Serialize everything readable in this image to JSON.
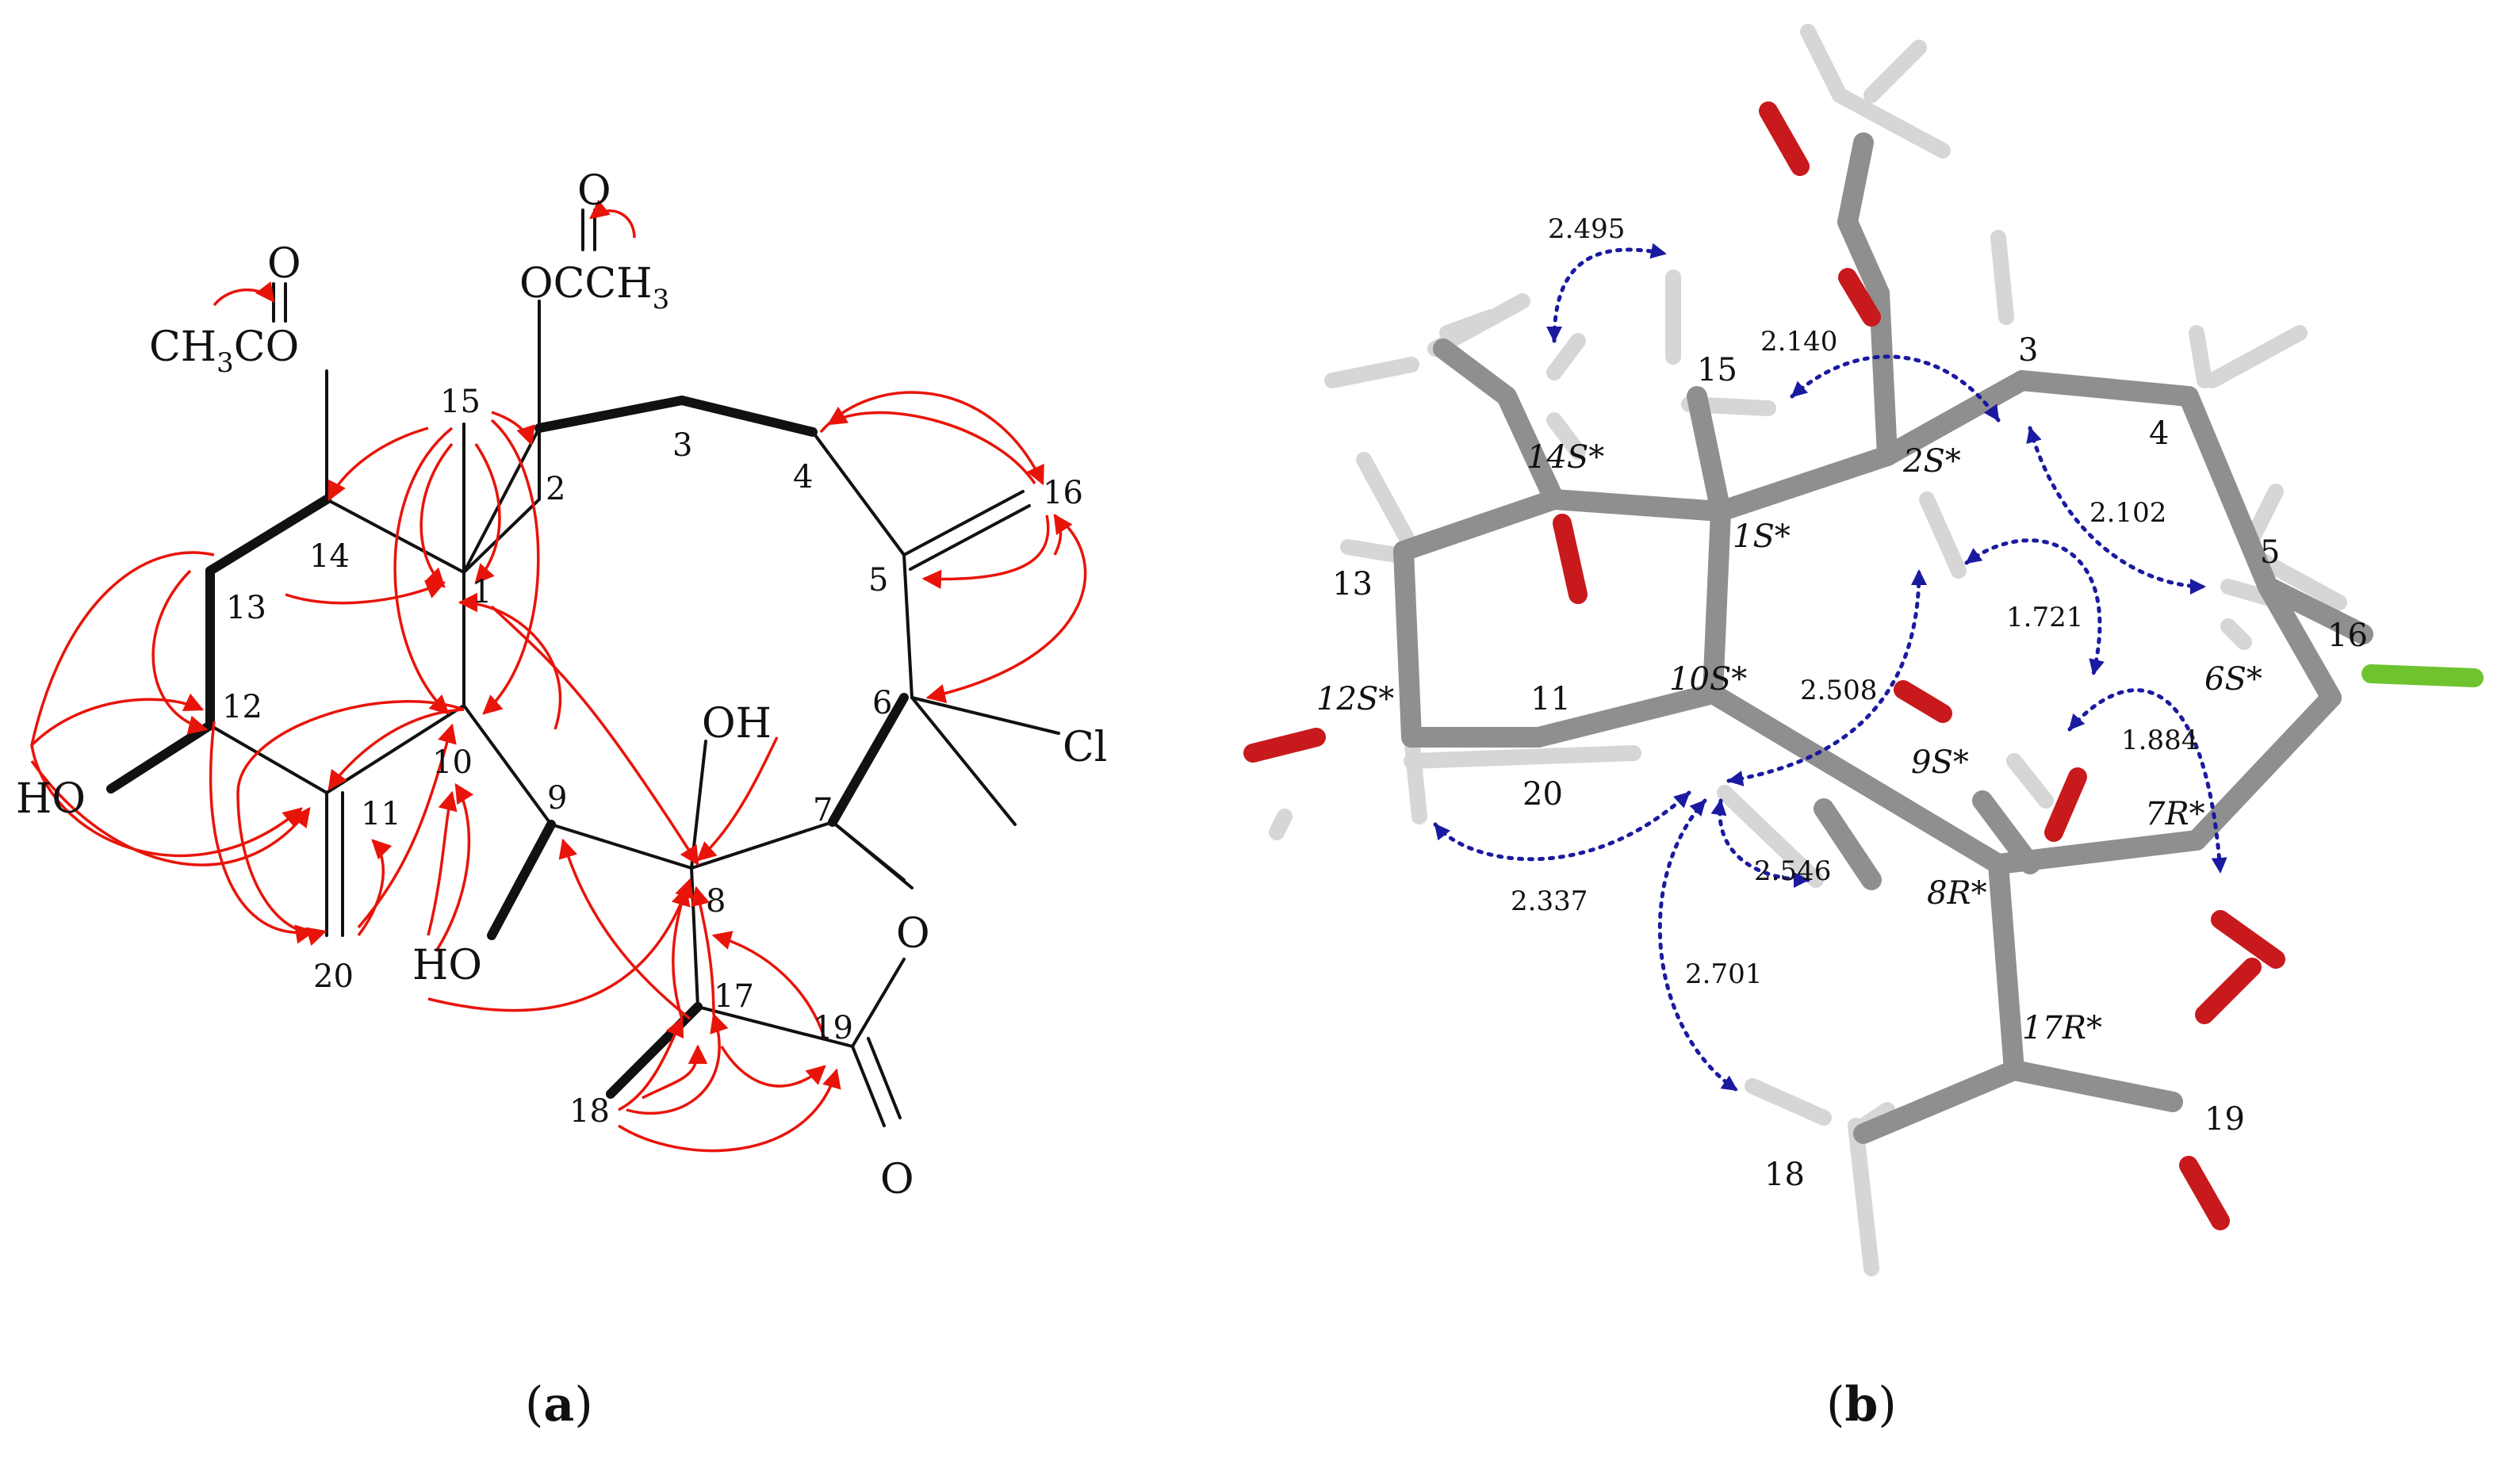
{
  "panel_a": {
    "caption_paren_open": "(",
    "caption_letter": "a",
    "caption_paren_close": ")",
    "labels": {
      "acetyl_o_1": "O",
      "acetyl_ch3co": "CH",
      "acetyl_ch3co_sub": "3",
      "acetyl_ch3co_tail": "CO",
      "acetyl_o_2": "O",
      "acetyl_occh3": "OCCH",
      "acetyl_occh3_sub": "3",
      "n15": "15",
      "n2": "2",
      "n3": "3",
      "n4": "4",
      "n16": "16",
      "n14": "14",
      "n1": "1",
      "n13": "13",
      "n5": "5",
      "n12": "12",
      "n11": "11",
      "n10": "10",
      "n6": "6",
      "cl": "Cl",
      "oh_top": "OH",
      "n9": "9",
      "n7": "7",
      "n8": "8",
      "ho_left": "HO",
      "ho_bottom": "HO",
      "ring_o": "O",
      "n20": "20",
      "n17": "17",
      "n19": "19",
      "n18": "18",
      "carbonyl_o": "O"
    }
  },
  "panel_b": {
    "caption_paren_open": "(",
    "caption_letter": "b",
    "caption_paren_close": ")",
    "labels": {
      "n3": "3",
      "n15": "15",
      "n4": "4",
      "c14": "14S*",
      "c2": "2S*",
      "c1": "1S*",
      "n13": "13",
      "n5": "5",
      "n16": "16",
      "c10": "10S*",
      "c12": "12S*",
      "n11": "11",
      "c6": "6S*",
      "c9": "9S*",
      "n20": "20",
      "c7": "7R*",
      "c8": "8R*",
      "c17": "17R*",
      "n19": "19",
      "n18": "18"
    },
    "distances": {
      "d2495": "2.495",
      "d2140": "2.140",
      "d2102": "2.102",
      "d1721": "1.721",
      "d2508": "2.508",
      "d1884": "1.884",
      "d2546": "2.546",
      "d2337": "2.337",
      "d2701": "2.701"
    }
  },
  "colors": {
    "hmbc_arrow": "#e8140a",
    "noe_arrow": "#1a1aa0",
    "carbon_stick": "#8f8f8f",
    "hydrogen_stick": "#d6d6d6",
    "oxygen_stick": "#c8191d",
    "chlorine_stick": "#6fc32e"
  }
}
